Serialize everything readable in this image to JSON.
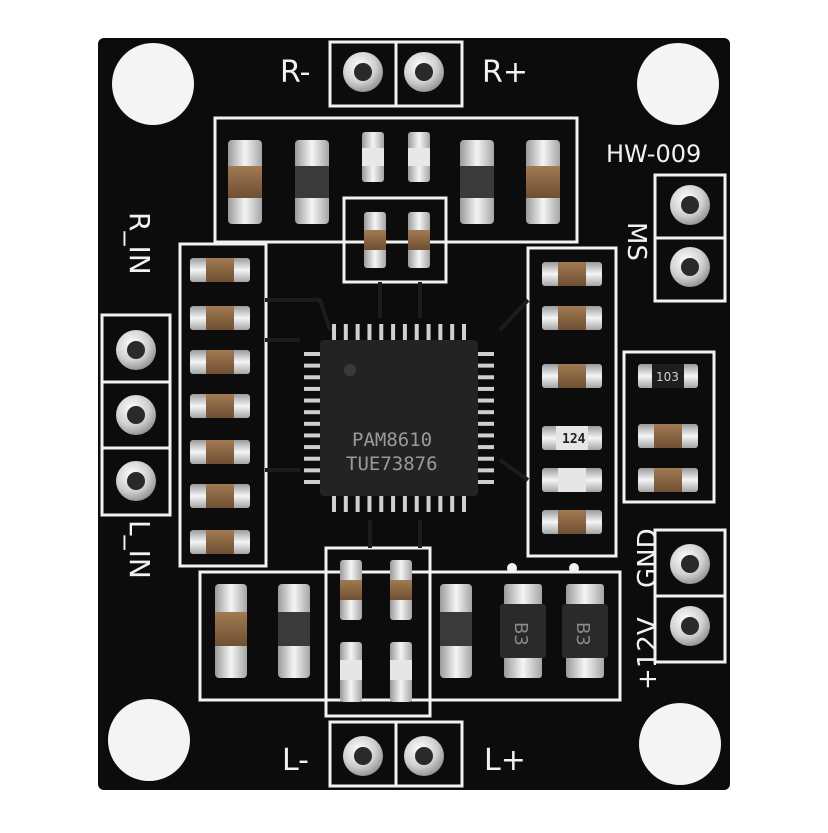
{
  "board": {
    "model": "HW-009",
    "chip": {
      "line1": "PAM8610",
      "line2": "TUE73876"
    },
    "labels": {
      "r_minus": "R-",
      "r_plus": "R+",
      "l_minus": "L-",
      "l_plus": "L+",
      "r_in": "R_IN",
      "l_in": "L_IN",
      "ms": "MS",
      "gnd": "GND",
      "v12": "+12V"
    },
    "resistor_codes": {
      "r103": "103",
      "r124": "124"
    },
    "diode_codes": [
      "B3",
      "B3"
    ],
    "colors": {
      "pcb": "#0c0c0c",
      "silkscreen": "#f2f2f2",
      "pad_silver": "#d9d9d9",
      "chip_body": "#232323"
    }
  }
}
